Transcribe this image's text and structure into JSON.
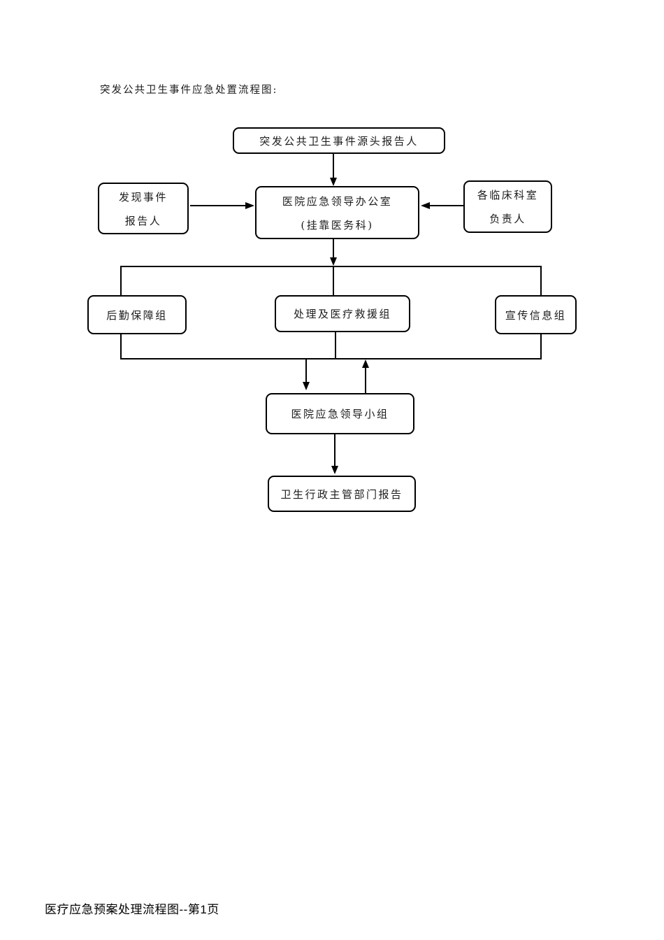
{
  "page": {
    "title": "突发公共卫生事件应急处置流程图:",
    "footer": "医疗应急预案处理流程图--第1页",
    "colors": {
      "background": "#ffffff",
      "line": "#000000",
      "text": "#1c1c1c"
    }
  },
  "flowchart": {
    "nodes": {
      "source_reporter": {
        "line1": "突发公共卫生事件源头报告人"
      },
      "event_discoverer": {
        "line1": "发现事件",
        "line2": "报告人"
      },
      "emergency_office": {
        "line1": "医院应急领导办公室",
        "line2": "(挂靠医务科)"
      },
      "clinical_depts": {
        "line1": "各临床科室",
        "line2": "负责人"
      },
      "logistics_group": {
        "line1": "后勤保障组"
      },
      "rescue_group": {
        "line1": "处理及医疗救援组"
      },
      "publicity_group": {
        "line1": "宣传信息组"
      },
      "leadership_group": {
        "line1": "医院应急领导小组"
      },
      "health_admin_report": {
        "line1": "卫生行政主管部门报告"
      }
    },
    "edges": [
      {
        "from": "source_reporter",
        "to": "emergency_office",
        "style": "arrow-down"
      },
      {
        "from": "event_discoverer",
        "to": "emergency_office",
        "style": "arrow-right"
      },
      {
        "from": "clinical_depts",
        "to": "emergency_office",
        "style": "arrow-left"
      },
      {
        "from": "emergency_office",
        "to": "logistics_group",
        "style": "arrow-then-branch-line"
      },
      {
        "from": "emergency_office",
        "to": "rescue_group",
        "style": "arrow-then-branch-line"
      },
      {
        "from": "emergency_office",
        "to": "publicity_group",
        "style": "arrow-then-branch-line"
      },
      {
        "from": "logistics_group",
        "to": "merge-bus",
        "style": "line"
      },
      {
        "from": "rescue_group",
        "to": "merge-bus",
        "style": "line"
      },
      {
        "from": "publicity_group",
        "to": "merge-bus",
        "style": "line"
      },
      {
        "from": "merge-bus",
        "to": "leadership_group",
        "style": "arrow-down"
      },
      {
        "from": "leadership_group",
        "to": "merge-bus",
        "style": "arrow-up"
      },
      {
        "from": "leadership_group",
        "to": "health_admin_report",
        "style": "arrow-down"
      }
    ]
  }
}
